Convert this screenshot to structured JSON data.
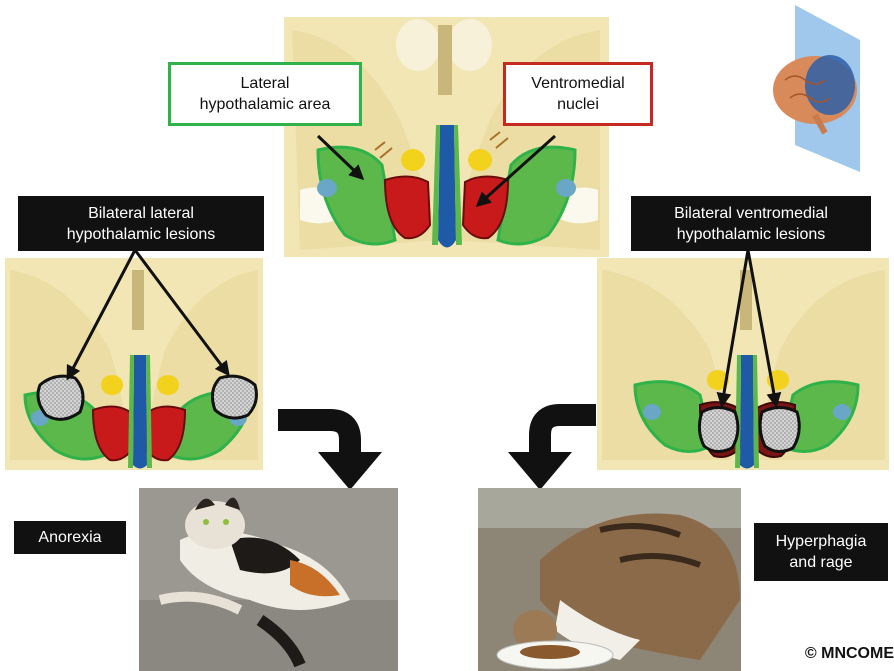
{
  "labels": {
    "lateral_area": "Lateral\nhypothalamic area",
    "ventromedial": "Ventromedial\nnuclei",
    "bilateral_lateral": "Bilateral lateral\nhypothalamic lesions",
    "bilateral_ventromedial": "Bilateral ventromedial\nhypothalamic lesions",
    "anorexia": "Anorexia",
    "hyperphagia": "Hyperphagia\nand rage"
  },
  "copyright": "© MNCOME",
  "colors": {
    "lateral_area_border": "#2fb24a",
    "ventromedial_border": "#c42a1f",
    "tissue": "#efe1a9",
    "lateral_hypothalamus": "#5cb84a",
    "ventromedial_nucleus": "#c81a1a",
    "third_ventricle": "#1f5aa6",
    "dorsomedial": "#f2d21c",
    "lesion": "#c8c8c8"
  },
  "icons": [
    "brain-plane-icon",
    "arrow-curved-down-right-icon",
    "arrow-curved-down-left-icon"
  ]
}
